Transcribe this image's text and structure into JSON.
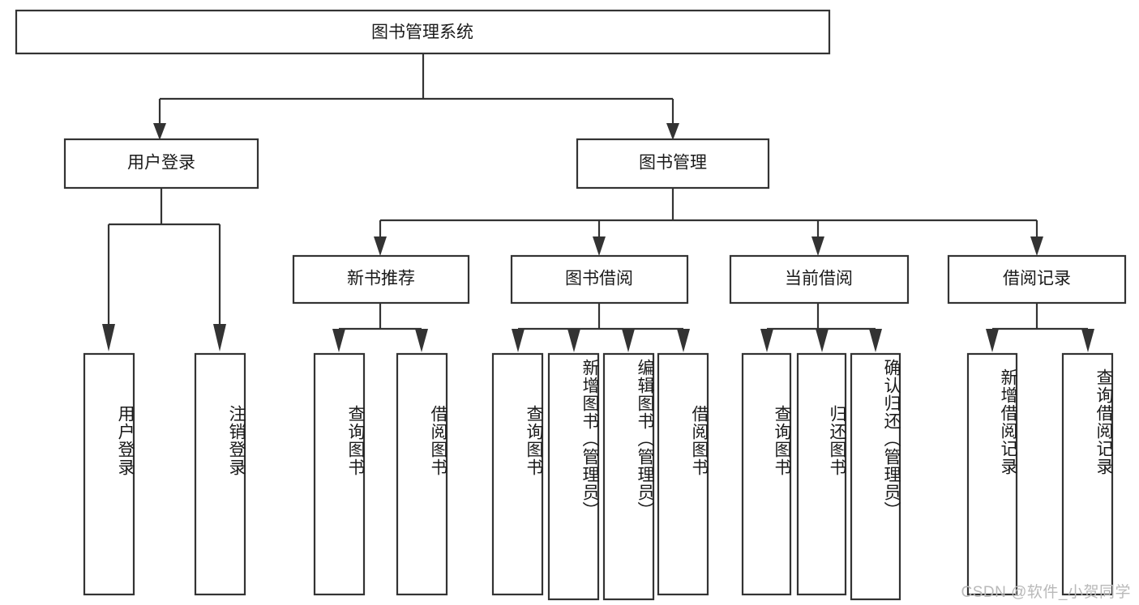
{
  "diagram": {
    "type": "tree-hierarchy-flowchart",
    "title": "图书管理系统",
    "style": {
      "background": "#ffffff",
      "box_fill": "#ffffff",
      "box_stroke": "#333333",
      "text_color": "#1a1a1a",
      "watermark_color": "#b9b9b9"
    },
    "levels": [
      {
        "level": 1,
        "nodes": [
          {
            "id": "root",
            "label": "图书管理系统",
            "orientation": "horizontal"
          }
        ]
      },
      {
        "level": 2,
        "nodes": [
          {
            "id": "login",
            "label": "用户登录",
            "orientation": "horizontal",
            "parent": "root"
          },
          {
            "id": "bookmgmt",
            "label": "图书管理",
            "orientation": "horizontal",
            "parent": "root"
          }
        ]
      },
      {
        "level": 3,
        "nodes": [
          {
            "id": "newbook",
            "label": "新书推荐",
            "orientation": "horizontal",
            "parent": "bookmgmt"
          },
          {
            "id": "borrow",
            "label": "图书借阅",
            "orientation": "horizontal",
            "parent": "bookmgmt"
          },
          {
            "id": "current",
            "label": "当前借阅",
            "orientation": "horizontal",
            "parent": "bookmgmt"
          },
          {
            "id": "records",
            "label": "借阅记录",
            "orientation": "horizontal",
            "parent": "bookmgmt"
          }
        ]
      },
      {
        "level": 4,
        "nodes": [
          {
            "id": "leaf-1",
            "label": "用户登录",
            "orientation": "vertical",
            "parent": "login"
          },
          {
            "id": "leaf-2",
            "label": "注销登录",
            "orientation": "vertical",
            "parent": "login"
          },
          {
            "id": "leaf-3",
            "label": "查询图书",
            "orientation": "vertical",
            "parent": "newbook"
          },
          {
            "id": "leaf-4",
            "label": "借阅图书",
            "orientation": "vertical",
            "parent": "newbook"
          },
          {
            "id": "leaf-5",
            "label": "查询图书",
            "orientation": "vertical",
            "parent": "borrow"
          },
          {
            "id": "leaf-6",
            "label": "新增图书（管理员）",
            "orientation": "vertical",
            "parent": "borrow"
          },
          {
            "id": "leaf-7",
            "label": "编辑图书（管理员）",
            "orientation": "vertical",
            "parent": "borrow"
          },
          {
            "id": "leaf-8",
            "label": "借阅图书",
            "orientation": "vertical",
            "parent": "borrow"
          },
          {
            "id": "leaf-9",
            "label": "查询图书",
            "orientation": "vertical",
            "parent": "current"
          },
          {
            "id": "leaf-10",
            "label": "归还图书",
            "orientation": "vertical",
            "parent": "current"
          },
          {
            "id": "leaf-11",
            "label": "确认归还（管理员）",
            "orientation": "vertical",
            "parent": "current"
          },
          {
            "id": "leaf-12",
            "label": "新增借阅记录",
            "orientation": "vertical",
            "parent": "records"
          },
          {
            "id": "leaf-13",
            "label": "查询借阅记录",
            "orientation": "vertical",
            "parent": "records"
          }
        ]
      }
    ]
  },
  "watermark": {
    "text": "CSDN @软件_小贺同学"
  }
}
